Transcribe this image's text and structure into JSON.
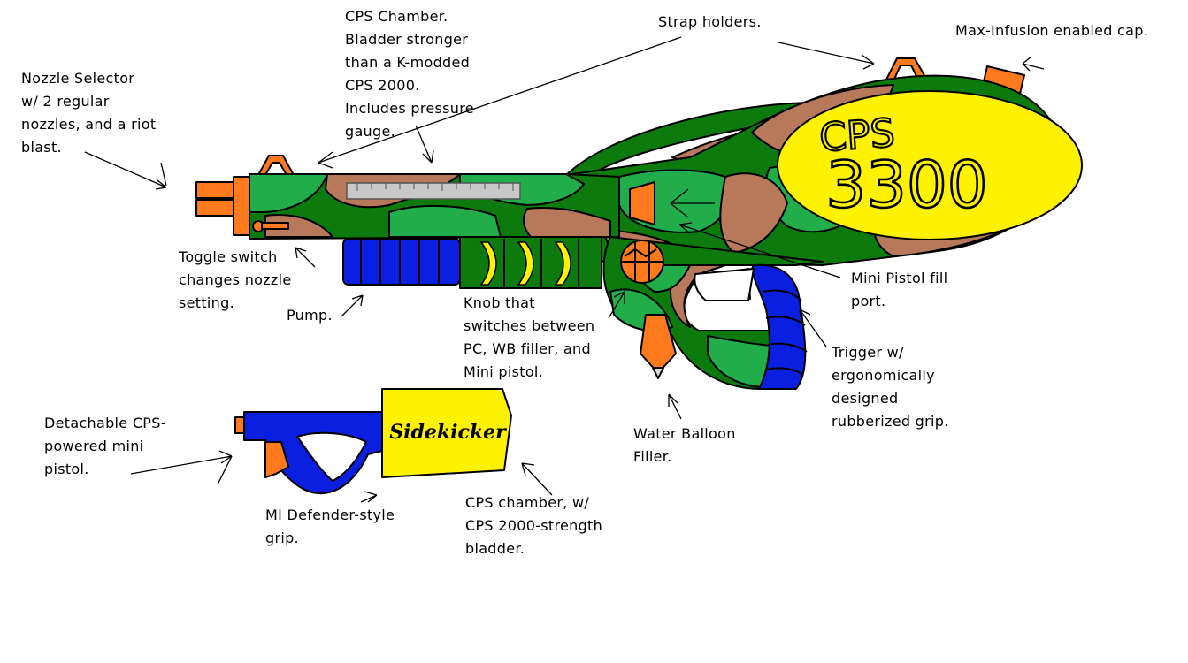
{
  "canvas": {
    "background": "#ffffff"
  },
  "colors": {
    "camo_dark_green": "#0c7a0c",
    "camo_light_green": "#20ad4a",
    "camo_brown": "#b8785a",
    "orange": "#ff7a1c",
    "blue": "#0a1fe0",
    "yellow": "#fff200",
    "gauge_gray": "#c8c8c8"
  },
  "blaster": {
    "logo_line1": "CPS",
    "logo_line2": "3300"
  },
  "pistol": {
    "logo": "Sidekicker"
  },
  "labels": {
    "cps_chamber": [
      "CPS Chamber.",
      "Bladder stronger",
      "than a K-modded",
      "CPS 2000.",
      "Includes pressure",
      "gauge."
    ],
    "strap_holders": [
      "Strap holders."
    ],
    "max_infusion": [
      "Max-Infusion enabled cap."
    ],
    "nozzle_selector": [
      "Nozzle Selector",
      "w/ 2 regular",
      "nozzles, and a riot",
      "blast."
    ],
    "toggle_switch": [
      "Toggle switch",
      "changes nozzle",
      "setting."
    ],
    "pump": [
      "Pump."
    ],
    "knob": [
      "Knob that",
      "switches between",
      "PC, WB filler, and",
      "Mini pistol."
    ],
    "mini_pistol_fill": [
      "Mini Pistol fill",
      "port."
    ],
    "trigger": [
      "Trigger w/",
      "ergonomically",
      "designed",
      "rubberized grip."
    ],
    "water_balloon": [
      "Water Balloon",
      "Filler."
    ],
    "detachable": [
      "Detachable CPS-",
      "powered mini",
      "pistol."
    ],
    "m1_grip": [
      "MI Defender-style",
      "grip."
    ],
    "pistol_chamber": [
      "CPS chamber, w/",
      "CPS 2000-strength",
      "bladder."
    ]
  }
}
